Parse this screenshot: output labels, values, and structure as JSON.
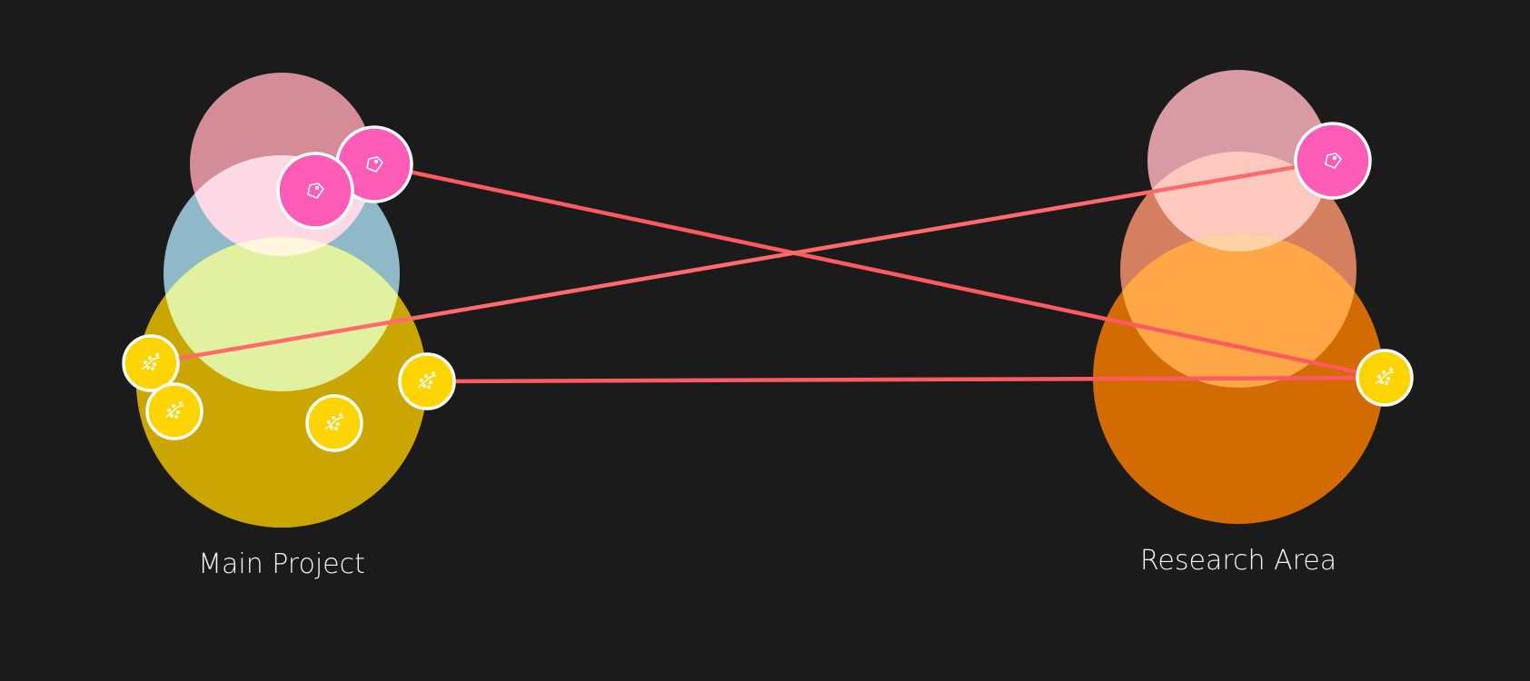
{
  "colors": {
    "background": "#1b1b1b",
    "link": "#ff5a5f",
    "tag_node": "#ff5cb8",
    "seed_node": "#ffd400",
    "main_layers": [
      "#d48c97",
      "#8fb9c9",
      "#ffd9e6",
      "#cba600",
      "#e1f1a0"
    ],
    "research_layers": [
      "#d89aa3",
      "#d47f60",
      "#ffc9bf",
      "#d26b00",
      "#ffa747"
    ]
  },
  "clusters": [
    {
      "id": "main-project",
      "label": "Main Project"
    },
    {
      "id": "research-area",
      "label": "Research Area"
    }
  ],
  "icons": {
    "tag": "tag-icon",
    "seed": "sparkle-icon"
  }
}
